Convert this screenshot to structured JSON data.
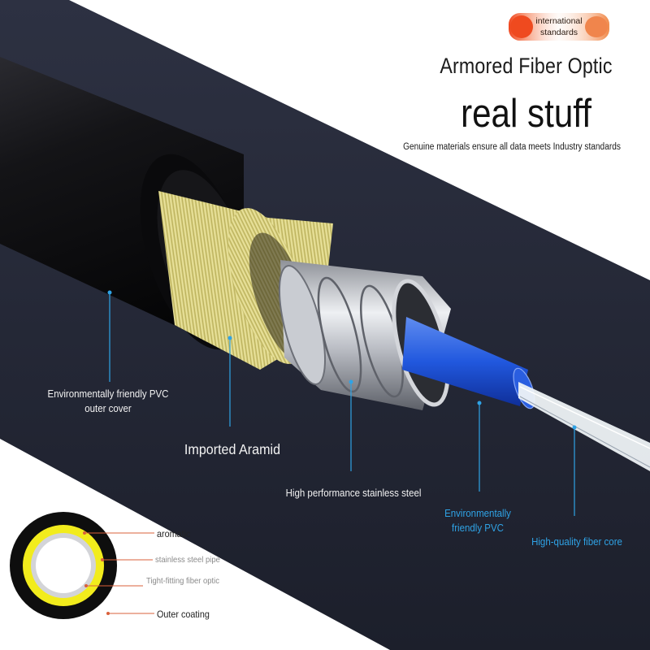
{
  "badge": {
    "line1": "international",
    "line2": "standards"
  },
  "header": {
    "title": "Armored Fiber Optic",
    "headline": "real stuff",
    "subline": "Genuine materials ensure all data meets Industry standards"
  },
  "callouts": {
    "pvc_outer": "Environmentally friendly PVC outer cover",
    "aramid": "Imported Aramid",
    "steel": "High performance stainless steel",
    "green_pvc": "Environmentally friendly PVC",
    "fiber_core": "High-quality fiber core"
  },
  "legend": {
    "aromatic": "aromatic",
    "steel_pipe": "stainless steel pipe",
    "tight_fiber": "Tight-fitting fiber optic",
    "outer_coating": "Outer coating"
  },
  "colors": {
    "background_band": "#252838",
    "cable_black": "#0d0d10",
    "aramid_yellow": "#e8e07a",
    "steel": "#b9bcc2",
    "inner_pvc": "#1f56d8",
    "callout_line": "#2fa3e6",
    "badge_orange": "#f2572a",
    "legend_red": "#d9603b"
  },
  "icons": [
    "international-standards-badge-icon",
    "cable-cross-section-icon"
  ]
}
